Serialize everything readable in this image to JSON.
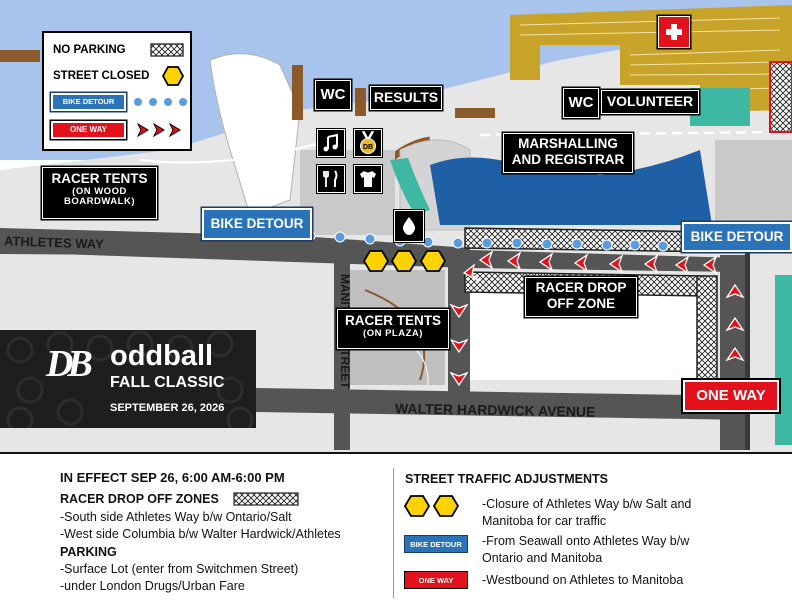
{
  "legend": {
    "no_parking": "NO PARKING",
    "street_closed": "STREET CLOSED",
    "bike_detour": "BIKE DETOUR",
    "one_way": "ONE WAY"
  },
  "labels": {
    "wc_1": "WC",
    "wc_2": "WC",
    "results": "RESULTS",
    "volunteer": "VOLUNTEER",
    "marshalling_line1": "MARSHALLING",
    "marshalling_line2": "AND REGISTRAR",
    "racer_tents_wood": "RACER TENTS",
    "racer_tents_wood_sub1": "(ON WOOD",
    "racer_tents_wood_sub2": "BOARDWALK)",
    "bike_detour_left": "BIKE DETOUR",
    "bike_detour_right": "BIKE DETOUR",
    "racer_drop_line1": "RACER DROP",
    "racer_drop_line2": "OFF ZONE",
    "racer_tents_plaza": "RACER TENTS",
    "racer_tents_plaza_sub": "(ON PLAZA)",
    "one_way": "ONE WAY"
  },
  "streets": {
    "athletes_way": "ATHLETES WAY",
    "manitoba": "MANITOBA STREET",
    "walter_hardwick": "WALTER HARDWICK AVENUE"
  },
  "brand": {
    "mark": "DB",
    "name": "oddball",
    "event": "FALL CLASSIC",
    "date": "SEPTEMBER 26, 2026"
  },
  "icons": [
    "music-note-icon",
    "medal-icon",
    "fork-knife-icon",
    "tshirt-icon",
    "water-drop-icon",
    "first-aid-icon"
  ],
  "medal_text": "DB",
  "panel": {
    "effect": "IN EFFECT SEP 26, 6:00 AM-6:00 PM",
    "dropoff_title": "RACER DROP OFF ZONES",
    "dropoff_1": "-South side Athletes Way b/w Ontario/Salt",
    "dropoff_2": "-West side Columbia b/w Walter Hardwick/Athletes",
    "parking_title": "PARKING",
    "parking_1": "-Surface Lot (enter from Switchmen Street)",
    "parking_2": "-under London Drugs/Urban Fare",
    "traffic_title": "STREET TRAFFIC ADJUSTMENTS",
    "closure_1": "-Closure of Athletes Way b/w Salt and",
    "closure_2": "Manitoba for car traffic",
    "detour_badge": "BIKE DETOUR",
    "detour_1": "-From Seawall onto Athletes Way b/w",
    "detour_2": "Ontario and Manitoba",
    "oneway_badge": "ONE WAY",
    "oneway_1": "-Westbound on Athletes to Manitoba"
  },
  "colors": {
    "water": "#a9c4ec",
    "street": "#555555",
    "building": "#c9c9c9",
    "gold": "#c8a32a",
    "brown": "#8b5a2b",
    "teal": "#3fb8a3",
    "blue": "#2a73b9",
    "red": "#e3111b",
    "yellow": "#ffd200"
  }
}
